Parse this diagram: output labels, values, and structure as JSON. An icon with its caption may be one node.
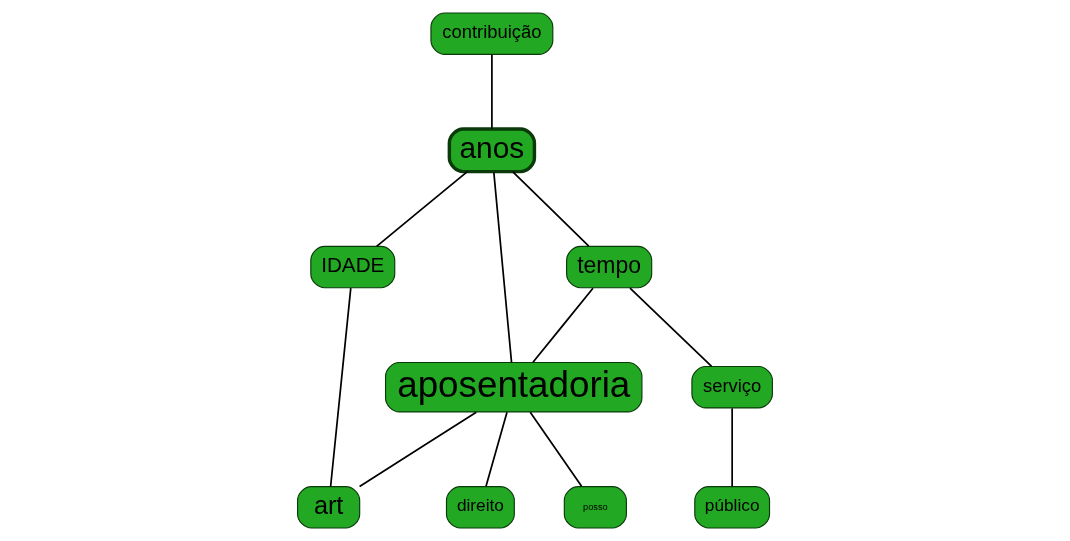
{
  "diagram": {
    "nodes": [
      {
        "text": [
          "anos"
        ]
      },
      {
        "text": [
          "contribuição"
        ]
      },
      {
        "text": [
          "tempo"
        ]
      },
      {
        "text": [
          "IDADE"
        ]
      },
      {
        "text": [
          "aposentadoria"
        ]
      },
      {
        "text": [
          "serviço"
        ]
      },
      {
        "text": [
          "art"
        ]
      },
      {
        "text": [
          "direito"
        ]
      },
      {
        "text": [
          "posso"
        ]
      },
      {
        "text": [
          "público"
        ]
      }
    ],
    "edges": [
      {
        "from": 1,
        "to": 0,
        "arrow": "none"
      },
      {
        "from": 0,
        "to": 2,
        "arrow": "none"
      },
      {
        "from": 0,
        "to": 3,
        "arrow": "none"
      },
      {
        "from": 0,
        "to": 4,
        "arrow": "none"
      },
      {
        "from": 2,
        "to": 4,
        "arrow": "none"
      },
      {
        "from": 2,
        "to": 5,
        "arrow": "none"
      },
      {
        "from": 5,
        "to": 9,
        "arrow": "none"
      },
      {
        "from": 3,
        "to": 6,
        "arrow": "none"
      },
      {
        "from": 4,
        "to": 6,
        "arrow": "none"
      },
      {
        "from": 4,
        "to": 7,
        "arrow": "none"
      },
      {
        "from": 4,
        "to": 8,
        "arrow": "none"
      }
    ]
  }
}
